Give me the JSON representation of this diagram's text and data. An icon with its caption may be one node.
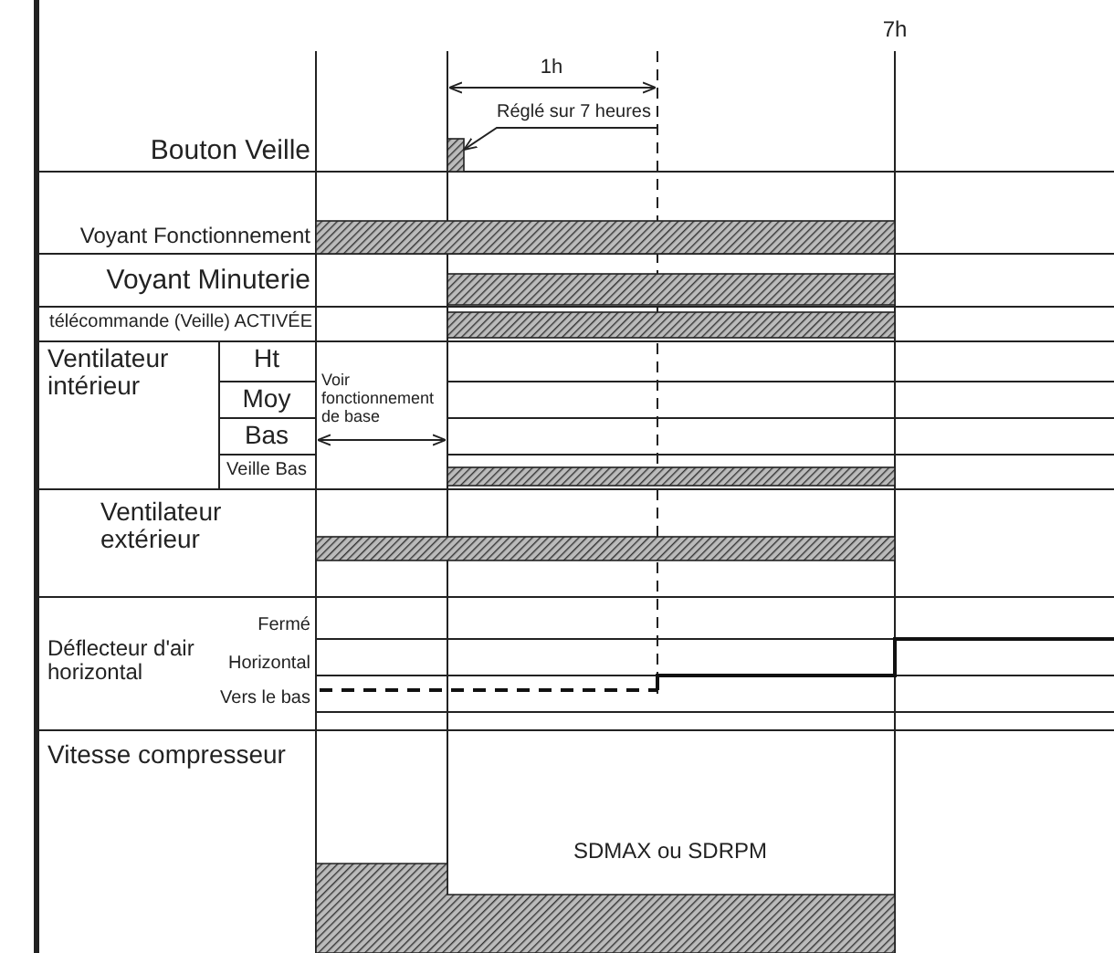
{
  "diagram": {
    "nodes": [
      {
        "text": [
          "Réglé sur 7 heures"
        ]
      },
      {
        "text": [],
        "shape": "bar"
      }
    ],
    "edges": [
      {
        "from": 0,
        "to": 1,
        "arrow": "to"
      }
    ],
    "labels": [
      "7h",
      "1h",
      "Bouton Veille",
      "Voyant Fonctionnement",
      "Voyant Minuterie",
      "télécommande (Veille) ACTIVÉE",
      "Ventilateur intérieur",
      "Ht",
      "Voir fonctionnement de base",
      "Moy",
      "Bas",
      "Veille Bas",
      "Ventilateur extérieur",
      "Fermé",
      "Déflecteur d'air horizontal",
      "Horizontal",
      "Vers le bas",
      "Vitesse compresseur",
      "SDMAX ou SDRPM"
    ]
  }
}
